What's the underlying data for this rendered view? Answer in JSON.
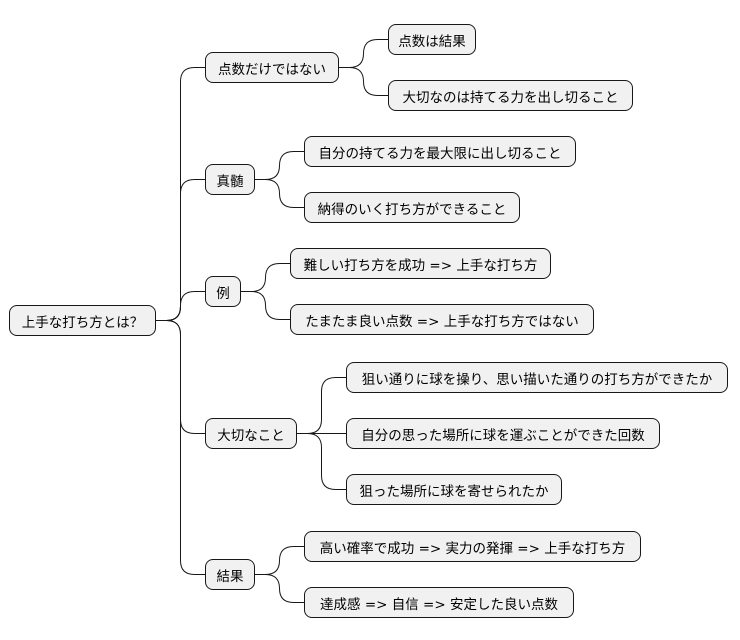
{
  "mindmap": {
    "root": {
      "label": "上手な打ち方とは？"
    },
    "branches": [
      {
        "label": "点数だけではない",
        "children": [
          {
            "label": "点数は結果"
          },
          {
            "label": "大切なのは持てる力を出し切ること"
          }
        ]
      },
      {
        "label": "真髄",
        "children": [
          {
            "label": "自分の持てる力を最大限に出し切ること"
          },
          {
            "label": "納得のいく打ち方ができること"
          }
        ]
      },
      {
        "label": "例",
        "children": [
          {
            "label": "難しい打ち方を成功 => 上手な打ち方"
          },
          {
            "label": "たまたま良い点数 => 上手な打ち方ではない"
          }
        ]
      },
      {
        "label": "大切なこと",
        "children": [
          {
            "label": "狙い通りに球を操り、思い描いた通りの打ち方ができたか"
          },
          {
            "label": "自分の思った場所に球を運ぶことができた回数"
          },
          {
            "label": "狙った場所に球を寄せられたか"
          }
        ]
      },
      {
        "label": "結果",
        "children": [
          {
            "label": "高い確率で成功 => 実力の発揮 => 上手な打ち方"
          },
          {
            "label": "達成感 => 自信 => 安定した良い点数"
          }
        ]
      }
    ]
  }
}
